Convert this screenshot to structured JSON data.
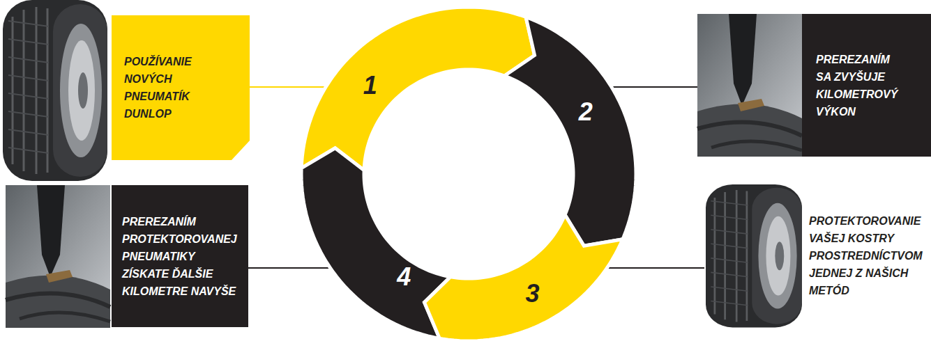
{
  "diagram": {
    "nodes": [
      {
        "text": [
          "POUŽÍVANIE NOVÝCH PNEUMATÍK DUNLOP"
        ]
      },
      {
        "text": [
          "1"
        ]
      },
      {
        "text": [
          "2"
        ]
      },
      {
        "text": [
          "PREREZANÍM SA ZVYŠUJE KILOMETROVÝ VÝKON"
        ]
      },
      {
        "text": [
          "PREREZANÍM PROTEKTOROVANEJ PNEUMATIKY ZÍSKATE ĎALŠIE KILOMETRE NAVYŠE"
        ]
      },
      {
        "text": [
          "4"
        ]
      },
      {
        "text": [
          "3"
        ]
      },
      {
        "text": [
          "PROTEKTOROVANIE VAŠEJ KOSTRY PROSTREDNÍCTVOM JEDNEJ Z NAŠICH METÓD"
        ]
      }
    ],
    "edges": [
      {
        "from": 0,
        "to": 1,
        "arrow": "none"
      },
      {
        "from": 3,
        "to": 2,
        "arrow": "none"
      },
      {
        "from": 4,
        "to": 5,
        "arrow": "none"
      },
      {
        "from": 7,
        "to": 6,
        "arrow": "none"
      }
    ]
  }
}
